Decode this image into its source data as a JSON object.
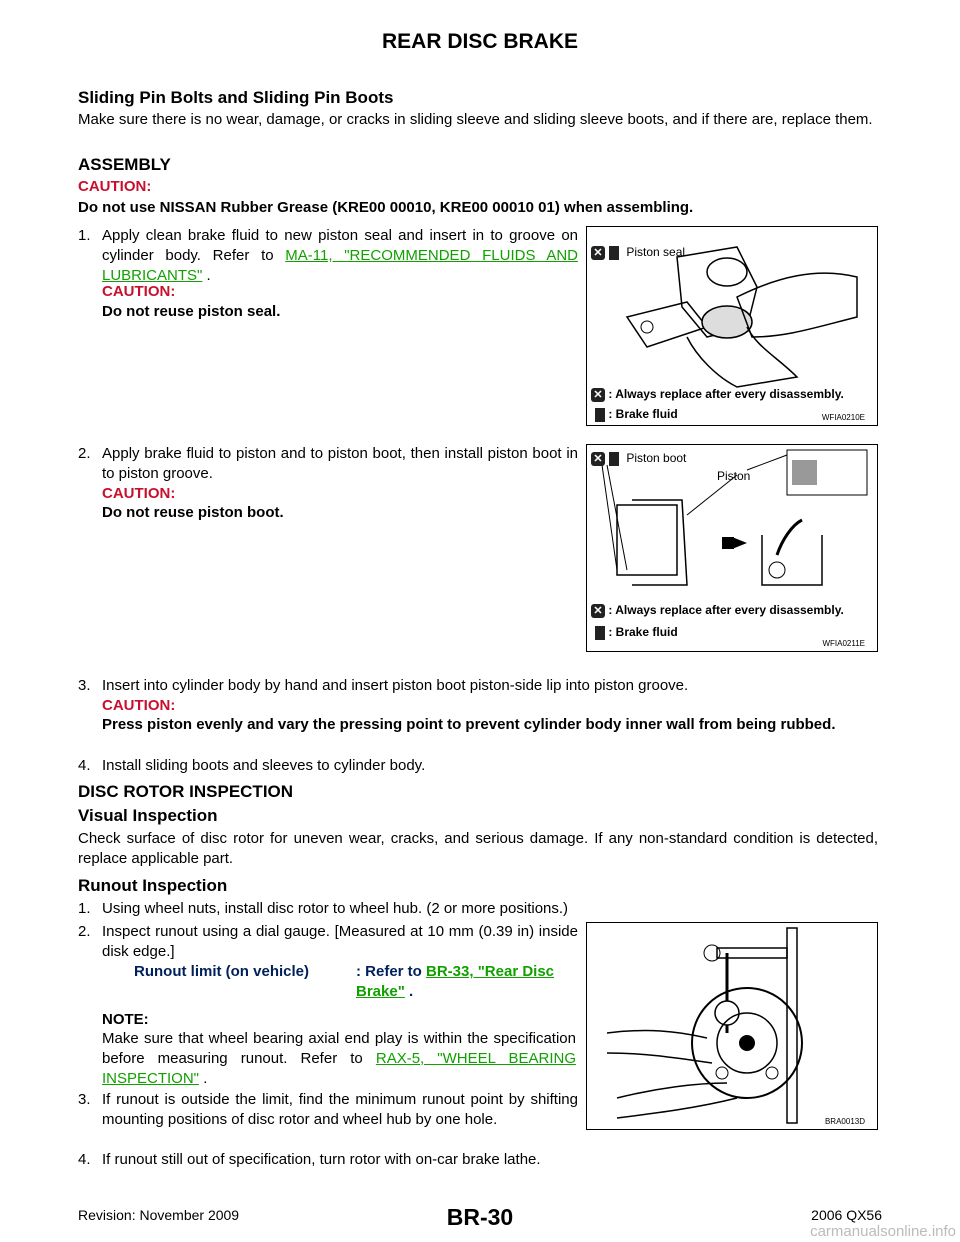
{
  "header": {
    "title": "REAR DISC BRAKE"
  },
  "footer": {
    "page_code": "BR-30",
    "revision": "Revision: November 2009",
    "model": "2006 QX56",
    "watermark": "carmanualsonline.info"
  },
  "section_pins": {
    "heading": "Sliding Pin Bolts and Sliding Pin Boots",
    "text": "Make sure there is no wear, damage, or cracks in sliding sleeve and sliding sleeve boots, and if there are, replace them."
  },
  "assembly": {
    "heading": "ASSEMBLY",
    "caution_label": "CAUTION:",
    "caution_text": "Do not use NISSAN Rubber Grease (KRE00 00010, KRE00 00010 01) when assembling.",
    "step1": {
      "num": "1.",
      "text_a": "Apply clean brake fluid to new piston seal and insert in to groove on cylinder body. Refer to",
      "link": "MA-11, \"RECOMMENDED FLUIDS AND LUBRICANTS\"",
      "text_b": ".",
      "caution_label": "CAUTION:",
      "caution_text": "Do not reuse piston seal."
    },
    "step2": {
      "num": "2.",
      "text": "Apply brake fluid to piston and to piston boot, then install piston boot in to piston groove.",
      "caution_label": "CAUTION:",
      "caution_text": "Do not reuse piston boot."
    },
    "step3": {
      "num": "3.",
      "text": "Insert into cylinder body by hand and insert piston boot piston-side lip into piston groove.",
      "caution_label": "CAUTION:",
      "caution_text": "Press piston evenly and vary the pressing point to prevent cylinder body inner wall from being rubbed."
    },
    "step4": {
      "num": "4.",
      "text": "Install sliding boots and sleeves to cylinder body."
    }
  },
  "figures": {
    "fig1": {
      "label": "Piston seal",
      "legend1": ": Always replace after every disassembly.",
      "legend2": ": Brake fluid",
      "id": "WFIA0210E"
    },
    "fig2": {
      "label1": "Piston boot",
      "label2": "Piston",
      "legend1": ": Always replace after every disassembly.",
      "legend2": ": Brake fluid",
      "id": "WFIA0211E"
    },
    "fig3": {
      "id": "BRA0013D"
    }
  },
  "rotor": {
    "heading": "DISC ROTOR INSPECTION",
    "visual_heading": "Visual Inspection",
    "visual_text": "Check surface of disc rotor for uneven wear, cracks, and serious damage. If any non-standard condition is detected, replace applicable part.",
    "runout_heading": "Runout Inspection",
    "step1": {
      "num": "1.",
      "text": "Using wheel nuts, install disc rotor to wheel hub. (2 or more positions.)"
    },
    "step2": {
      "num": "2.",
      "text": "Inspect runout using a dial gauge. [Measured at 10 mm (0.39 in) inside disk edge.]",
      "spec_label": "Runout limit (on vehicle)",
      "spec_value": ": Refer to",
      "spec_link": "BR-33, \"Rear Disc Brake\"",
      "spec_end": ".",
      "note_label": "NOTE:",
      "note_text": "Make sure that wheel bearing axial end play is within the specification before measuring runout. Refer to",
      "note_link": "RAX-5, \"WHEEL BEARING INSPECTION\"",
      "note_end": "."
    },
    "step3": {
      "num": "3.",
      "text": "If runout is outside the limit, find the minimum runout point by shifting mounting positions of disc rotor and wheel hub by one hole."
    },
    "step4": {
      "num": "4.",
      "text": "If runout still out of specification, turn rotor with on-car brake lathe."
    }
  }
}
